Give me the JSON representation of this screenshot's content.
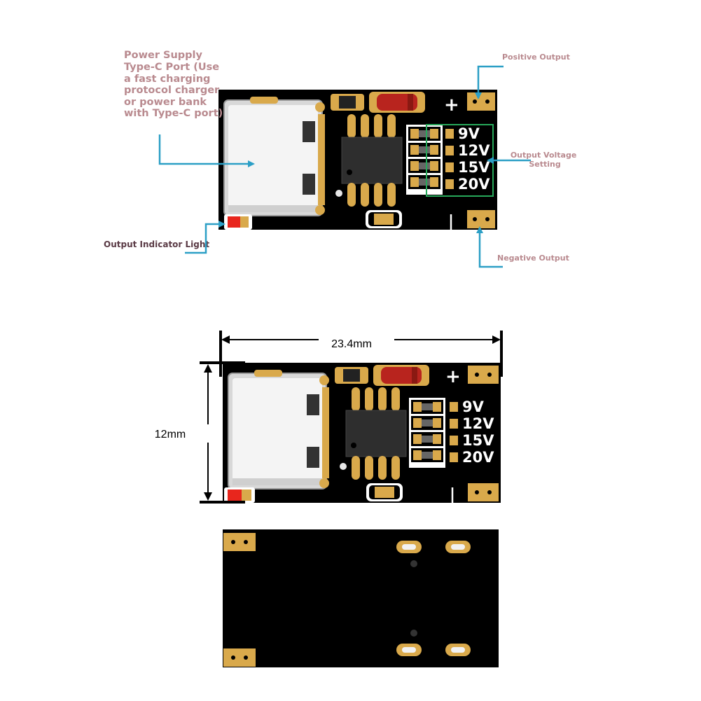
{
  "colors": {
    "pcb": "#000000",
    "pad": "#d9a94b",
    "callout_text": "#b98a8f",
    "callout_dark": "#5a3a45",
    "arrow": "#2c9fc6",
    "highlight": "#27a85a",
    "led": "#e8261d",
    "diode": "#b8241e"
  },
  "labels": {
    "power_supply": [
      "Power Supply",
      "Type-C Port (Use",
      "a fast charging",
      "protocol charger",
      "or power bank",
      "with Type-C port)"
    ],
    "positive_output": "Positive Output",
    "output_voltage_setting": [
      "Output Voltage",
      "Setting"
    ],
    "negative_output": "Negative Output",
    "output_indicator": "Output Indicator Light"
  },
  "board_silk": {
    "plus": "+",
    "minus": "|",
    "voltages": [
      "9V",
      "12V",
      "15V",
      "20V"
    ]
  },
  "dimensions": {
    "width": "23.4mm",
    "height": "12mm"
  },
  "icons": [
    "usb-c-connector-icon",
    "ic-chip-icon",
    "diode-icon",
    "led-icon",
    "solder-pad-icon"
  ]
}
